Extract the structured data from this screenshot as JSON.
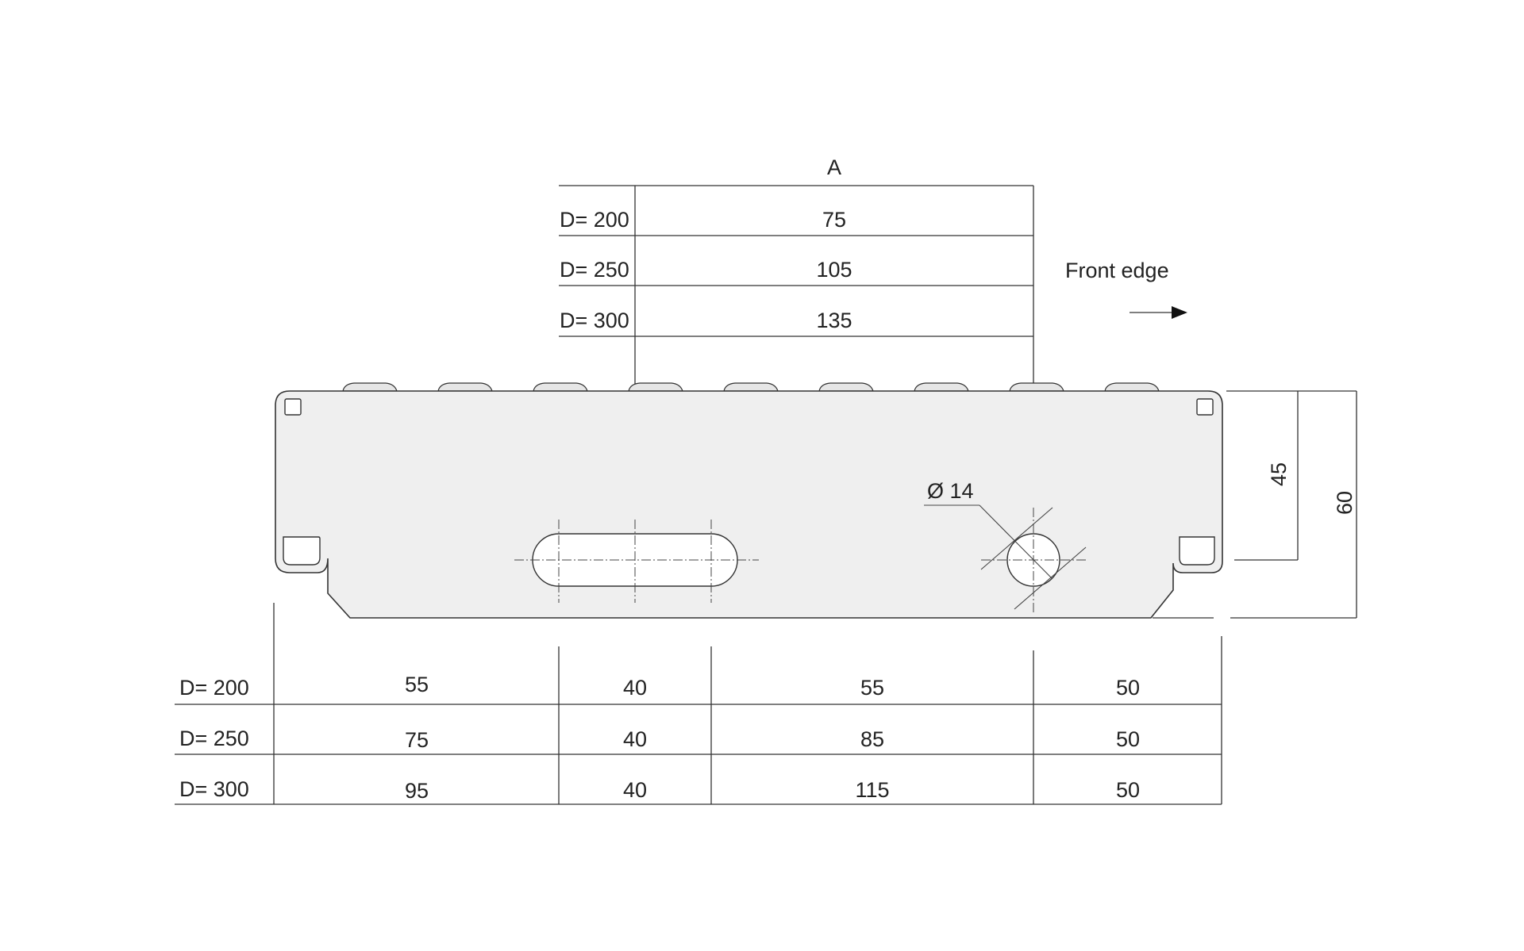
{
  "top_table": {
    "header": "A",
    "rows": [
      {
        "label": "D= 200",
        "value": "75"
      },
      {
        "label": "D= 250",
        "value": "105"
      },
      {
        "label": "D= 300",
        "value": "135"
      }
    ]
  },
  "front_edge": {
    "label": "Front edge",
    "icon": "arrow-right-icon"
  },
  "hole": {
    "label": "Ø 14"
  },
  "side_dims": {
    "inner": "45",
    "outer": "60"
  },
  "bottom_table": {
    "rows": [
      {
        "label": "D= 200",
        "values": [
          "55",
          "40",
          "55",
          "50"
        ]
      },
      {
        "label": "D= 250",
        "values": [
          "75",
          "40",
          "85",
          "50"
        ]
      },
      {
        "label": "D= 300",
        "values": [
          "95",
          "40",
          "115",
          "50"
        ]
      }
    ]
  },
  "colors": {
    "plate": "#efefef",
    "line": "#333333"
  }
}
